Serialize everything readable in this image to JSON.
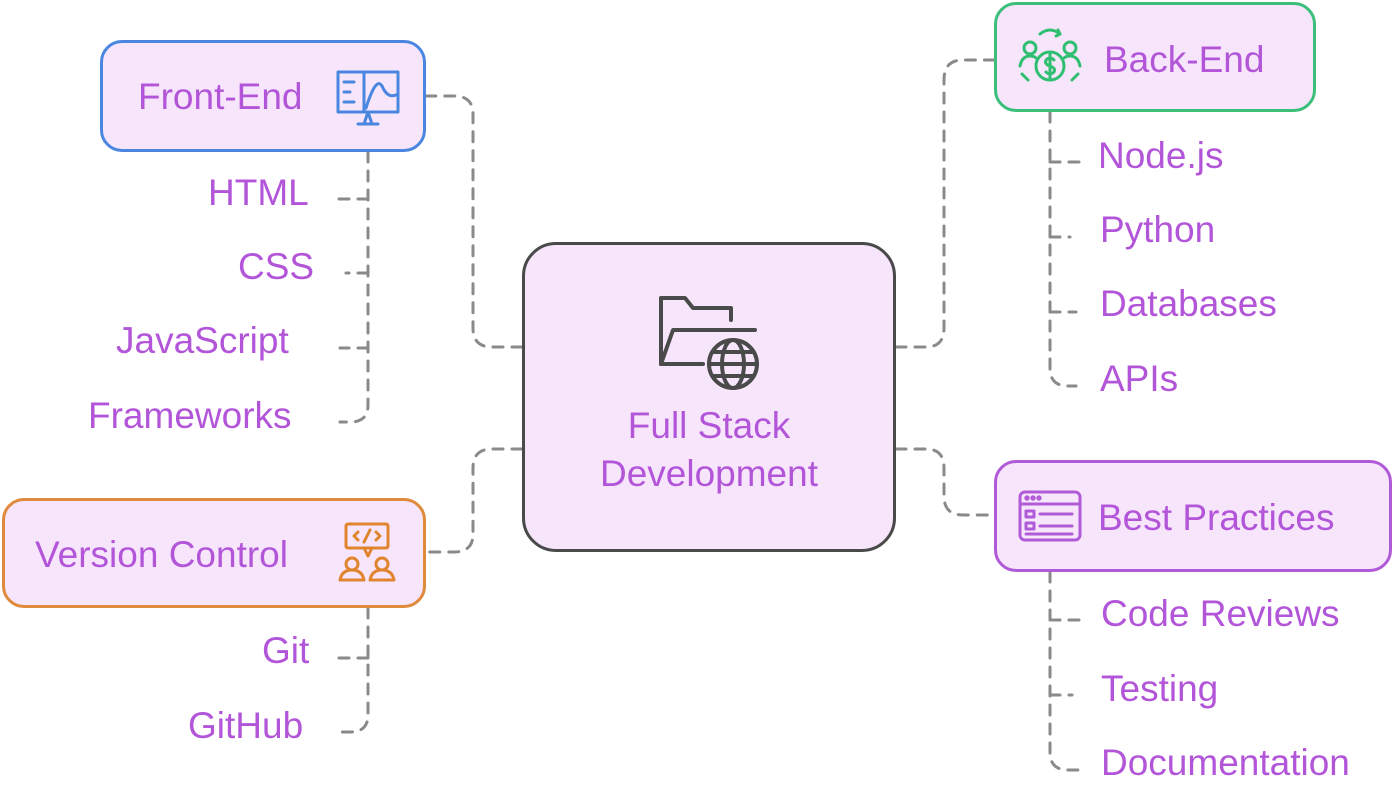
{
  "center": {
    "line1": "Full Stack",
    "line2": "Development",
    "icon": "folder-globe-icon",
    "border_color": "#4a4a4a"
  },
  "branches": {
    "frontend": {
      "label": "Front-End",
      "icon": "monitor-design-icon",
      "border_color": "#4a86e0",
      "icon_color": "#4a86e0",
      "items": [
        "HTML",
        "CSS",
        "JavaScript",
        "Frameworks"
      ]
    },
    "backend": {
      "label": "Back-End",
      "icon": "server-money-icon",
      "border_color": "#3bbf7a",
      "icon_color": "#2fbf71",
      "items": [
        "Node.js",
        "Python",
        "Databases",
        "APIs"
      ]
    },
    "version_control": {
      "label": "Version Control",
      "icon": "code-collaboration-icon",
      "border_color": "#e08a3c",
      "icon_color": "#e0842e",
      "items": [
        "Git",
        "GitHub"
      ]
    },
    "best_practices": {
      "label": "Best Practices",
      "icon": "browser-window-icon",
      "border_color": "#b05ad8",
      "icon_color": "#b05ad8",
      "items": [
        "Code Reviews",
        "Testing",
        "Documentation"
      ]
    }
  },
  "colors": {
    "node_fill": "#f7e6fb",
    "text": "#b255d9",
    "connector": "#8a8a8a"
  }
}
